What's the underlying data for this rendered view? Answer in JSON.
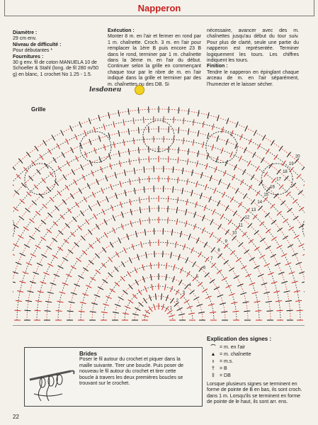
{
  "title": "Napperon",
  "col1": {
    "diametre_label": "Diamètre :",
    "diametre_value": "29 cm env.",
    "niveau_label": "Niveau de difficulté :",
    "niveau_value": "Pour débutantes *",
    "fournitures_label": "Fournitures :",
    "fournitures_value": "30 g env. fil de coton MANUELA 10 de Schoeller & Stahl (long. de fil 280 m/50 g) en blanc, 1 crochet No 1.25 - 1.5."
  },
  "col2": {
    "execution_label": "Exécution :",
    "execution_text": "Monter 8 m. en l'air et fermer en rond par 1 m. chaînette. Croch. 3 m. en l'air pour remplacer la 1ère B puis encore 23 B dans le rond, terminer par 1 m. chaînette dans la 3ème m. en l'air du début. Continuer selon la grille en commençant chaque tour par le nbre de m. en l'air indiqué dans la grille et terminer par des m. chaînettes ou des DB. Si"
  },
  "col3": {
    "text1": "nécessaire, avancer avec des m. chaînettes jusqu'au début du tour suiv. Pour plus de clarté, seule une partie du napperon est représentée. Terminer logiquement les tours. Les chiffres indiquent les tours.",
    "finition_label": "Finition :",
    "finition_text": "Tendre le napperon en épinglant chaque arceau de m. en l'air séparément, l'humecter et le laisser sécher."
  },
  "signature": "lesdoneu",
  "grille_label": "Grille",
  "round_numbers": [
    "20",
    "19",
    "18",
    "17",
    "16",
    "15",
    "14",
    "13",
    "12",
    "11",
    "10",
    "9",
    "8",
    "7",
    "6",
    "5",
    "4",
    "3",
    "2",
    "1"
  ],
  "brides": {
    "title": "Brides",
    "text": "Poser le fil autour du crochet et piquer dans la maille suivante. Tirer une boucle. Puis poser de nouveau le fil autour du crochet et tirer cette boucle à travers les deux premières boucles se trouvant sur le crochet."
  },
  "legend": {
    "title": "Explication des signes :",
    "items": [
      {
        "sym": "⌒",
        "text": "= m. en l'air"
      },
      {
        "sym": "▲",
        "text": "= m. chaînette"
      },
      {
        "sym": "ı",
        "text": "= m.s."
      },
      {
        "sym": "†",
        "text": "= B"
      },
      {
        "sym": "‡",
        "text": "= DB"
      }
    ],
    "note": "Lorsque plusieurs signes se terminent en forme de pointe de B en bas, ils sont croch. dans 1 m. Lorsqu'ils se terminent en forme de pointe de le haut, ils sont arr. ens."
  },
  "page_number": "22",
  "colors": {
    "title": "#c81e1e",
    "stitch_red": "#d0281e",
    "stitch_black": "#1a1a1a"
  }
}
